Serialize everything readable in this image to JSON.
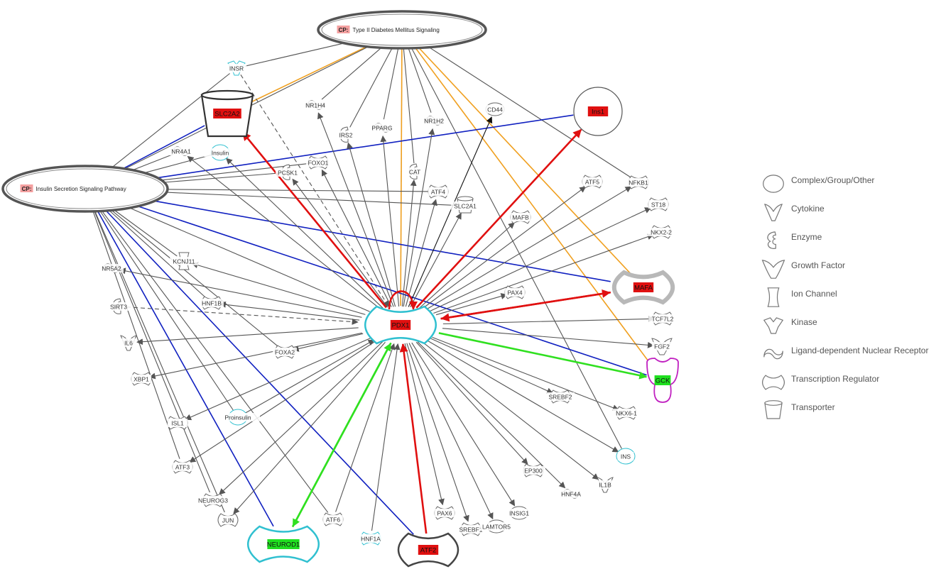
{
  "pathways": [
    {
      "id": "p-t2d",
      "prefix": "CP:",
      "label": "Type II Diabetes Mellitus Signaling"
    },
    {
      "id": "p-isp",
      "prefix": "CP:",
      "label": "Insulin Secretion Signaling Pathway"
    }
  ],
  "nodes": [
    {
      "id": "PDX1",
      "label": "PDX1",
      "shape": "tf",
      "highlight": "red"
    },
    {
      "id": "INSR",
      "label": "INSR",
      "shape": "kinase",
      "highlight": "none"
    },
    {
      "id": "SLC2A2",
      "label": "SLC2A2",
      "shape": "transporter",
      "highlight": "red"
    },
    {
      "id": "NR1H4",
      "label": "NR1H4",
      "shape": "nr",
      "highlight": "none"
    },
    {
      "id": "IRS2",
      "label": "IRS2",
      "shape": "enzyme",
      "highlight": "none"
    },
    {
      "id": "PPARG",
      "label": "PPARG",
      "shape": "nr",
      "highlight": "none"
    },
    {
      "id": "NR1H2",
      "label": "NR1H2",
      "shape": "nr",
      "highlight": "none"
    },
    {
      "id": "CD44",
      "label": "CD44",
      "shape": "oval",
      "highlight": "none"
    },
    {
      "id": "Ins1",
      "label": "Ins1",
      "shape": "complex",
      "highlight": "red"
    },
    {
      "id": "NR4A1",
      "label": "NR4A1",
      "shape": "nr",
      "highlight": "none"
    },
    {
      "id": "Insulin",
      "label": "Insulin",
      "shape": "complex",
      "highlight": "none"
    },
    {
      "id": "FOXO1",
      "label": "FOXO1",
      "shape": "tf",
      "highlight": "none"
    },
    {
      "id": "CAT",
      "label": "CAT",
      "shape": "enzyme",
      "highlight": "none"
    },
    {
      "id": "PCSK1",
      "label": "PCSK1",
      "shape": "enzyme",
      "highlight": "none"
    },
    {
      "id": "ATF4",
      "label": "ATF4",
      "shape": "tf",
      "highlight": "none"
    },
    {
      "id": "ATF5",
      "label": "ATF5",
      "shape": "tf",
      "highlight": "none"
    },
    {
      "id": "NFKB1",
      "label": "NFKB1",
      "shape": "tf",
      "highlight": "none"
    },
    {
      "id": "SLC2A1",
      "label": "SLC2A1",
      "shape": "transporter",
      "highlight": "none"
    },
    {
      "id": "MAFB",
      "label": "MAFB",
      "shape": "tf",
      "highlight": "none"
    },
    {
      "id": "ST18",
      "label": "ST18",
      "shape": "tf",
      "highlight": "none"
    },
    {
      "id": "NKX2-2",
      "label": "NKX2-2",
      "shape": "tf",
      "highlight": "none"
    },
    {
      "id": "KCNJ11",
      "label": "KCNJ11",
      "shape": "channel",
      "highlight": "none"
    },
    {
      "id": "NR5A2",
      "label": "NR5A2",
      "shape": "nr",
      "highlight": "none"
    },
    {
      "id": "MAFA",
      "label": "MAFA",
      "shape": "tf",
      "highlight": "red"
    },
    {
      "id": "PAX4",
      "label": "PAX4",
      "shape": "tf",
      "highlight": "none"
    },
    {
      "id": "HNF1B",
      "label": "HNF1B",
      "shape": "tf",
      "highlight": "none"
    },
    {
      "id": "SIRT3",
      "label": "SIRT3",
      "shape": "enzyme",
      "highlight": "none"
    },
    {
      "id": "TCF7L2",
      "label": "TCF7L2",
      "shape": "tf",
      "highlight": "none"
    },
    {
      "id": "IL6",
      "label": "IL6",
      "shape": "cytokine",
      "highlight": "none"
    },
    {
      "id": "FGF2",
      "label": "FGF2",
      "shape": "growth",
      "highlight": "none"
    },
    {
      "id": "FOXA2",
      "label": "FOXA2",
      "shape": "tf",
      "highlight": "none"
    },
    {
      "id": "XBP1",
      "label": "XBP1",
      "shape": "tf",
      "highlight": "none"
    },
    {
      "id": "GCK",
      "label": "GCK",
      "shape": "kinase",
      "highlight": "green"
    },
    {
      "id": "SREBF2",
      "label": "SREBF2",
      "shape": "tf",
      "highlight": "none"
    },
    {
      "id": "NKX6-1",
      "label": "NKX6-1",
      "shape": "tf",
      "highlight": "none"
    },
    {
      "id": "ISL1",
      "label": "ISL1",
      "shape": "tf",
      "highlight": "none"
    },
    {
      "id": "Proinsulin",
      "label": "Proinsulin",
      "shape": "complex",
      "highlight": "none"
    },
    {
      "id": "INS",
      "label": "INS",
      "shape": "complex",
      "highlight": "none"
    },
    {
      "id": "ATF3",
      "label": "ATF3",
      "shape": "tf",
      "highlight": "none"
    },
    {
      "id": "EP300",
      "label": "EP300",
      "shape": "tf",
      "highlight": "none"
    },
    {
      "id": "IL1B",
      "label": "IL1B",
      "shape": "cytokine",
      "highlight": "none"
    },
    {
      "id": "HNF4A",
      "label": "HNF4A",
      "shape": "nr",
      "highlight": "none"
    },
    {
      "id": "NEUROG3",
      "label": "NEUROG3",
      "shape": "tf",
      "highlight": "none"
    },
    {
      "id": "INSIG1",
      "label": "INSIG1",
      "shape": "oval",
      "highlight": "none"
    },
    {
      "id": "PAX6",
      "label": "PAX6",
      "shape": "tf",
      "highlight": "none"
    },
    {
      "id": "JUN",
      "label": "JUN",
      "shape": "tf",
      "highlight": "none"
    },
    {
      "id": "ATF6",
      "label": "ATF6",
      "shape": "tf",
      "highlight": "none"
    },
    {
      "id": "SREBF1",
      "label": "SREBF1",
      "shape": "tf",
      "highlight": "none"
    },
    {
      "id": "LAMTOR5",
      "label": "LAMTOR5",
      "shape": "oval",
      "highlight": "none"
    },
    {
      "id": "HNF1A",
      "label": "HNF1A",
      "shape": "tf",
      "highlight": "none"
    },
    {
      "id": "NEUROD1",
      "label": "NEUROD1",
      "shape": "tf",
      "highlight": "green"
    },
    {
      "id": "ATF2",
      "label": "ATF2",
      "shape": "tf",
      "highlight": "red"
    }
  ],
  "legend": [
    {
      "shape": "complex",
      "label": "Complex/Group/Other"
    },
    {
      "shape": "cytokine",
      "label": "Cytokine"
    },
    {
      "shape": "enzyme",
      "label": "Enzyme"
    },
    {
      "shape": "growth",
      "label": "Growth Factor"
    },
    {
      "shape": "channel",
      "label": "Ion Channel"
    },
    {
      "shape": "kinase",
      "label": "Kinase"
    },
    {
      "shape": "nr",
      "label": "Ligand-dependent Nuclear Receptor"
    },
    {
      "shape": "tf",
      "label": "Transcription Regulator"
    },
    {
      "shape": "transporter",
      "label": "Transporter"
    }
  ],
  "colors": {
    "edge_default": "#555555",
    "edge_orange": "#f0a020",
    "edge_blue": "#1020c0",
    "edge_red": "#e01010",
    "edge_green": "#30e020",
    "highlight_red": "#e01010",
    "highlight_green": "#20e020",
    "outline_cyan": "#30c0d0",
    "outline_magenta": "#c020c0",
    "cp_badge": "#f4a0a0"
  }
}
